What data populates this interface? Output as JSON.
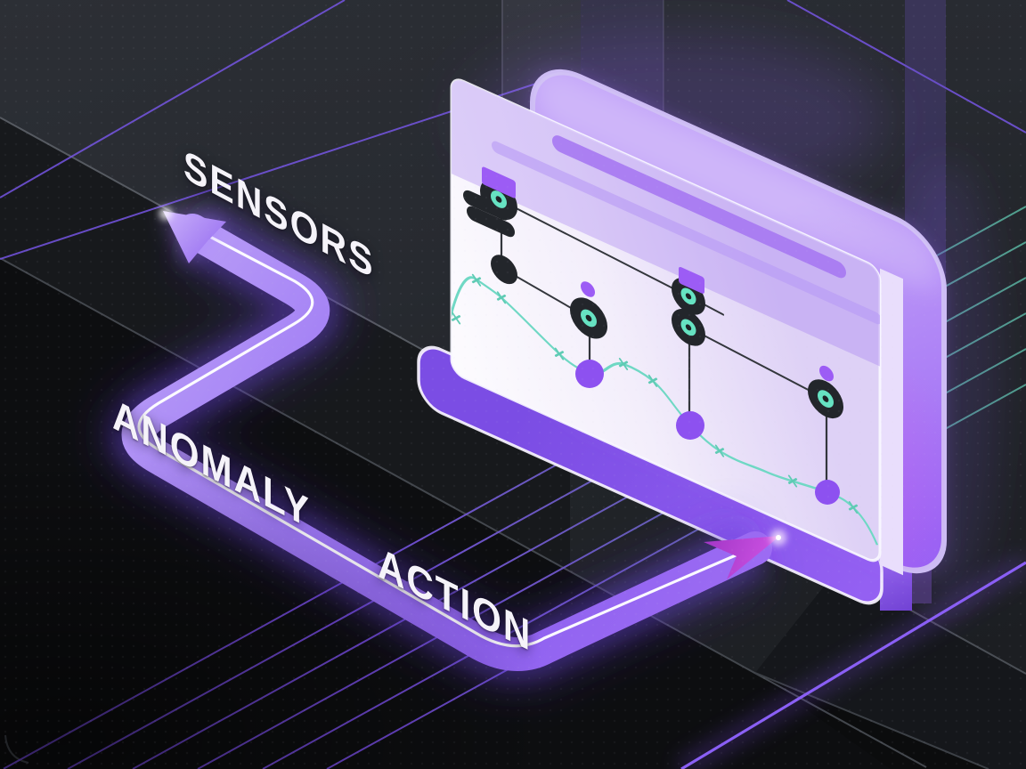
{
  "scene": {
    "description": "Isometric illustration of a monitoring loop: a glowing purple arrow labeled SENSORS, ANOMALY and ACTION flows into a purple dashboard panel showing a sensor workflow chart",
    "flow_labels": [
      {
        "id": "sensors",
        "text": "SENSORS"
      },
      {
        "id": "anomaly",
        "text": "ANOMALY"
      },
      {
        "id": "action",
        "text": "ACTION"
      }
    ],
    "flow_order": "SENSORS → ANOMALY → ACTION"
  },
  "colors": {
    "background_top": "#2c2f35",
    "background_dark": "#0d0e10",
    "arrow_purple": "#9b79f2",
    "arrow_inner_line": "#ffffff",
    "arrowhead_pink": "#c24fd8",
    "panel_purple": "#9a63f4",
    "panel_border": "#cdbcf4",
    "card_surface": "#f4f0fb",
    "metric_teal": "#6fd8c4",
    "grid_teal": "#55a897",
    "grid_purple": "#7a4fe8",
    "node_black": "#23262b",
    "node_eye_teal": "#66e2c2",
    "anomaly_dot_purple": "#8d51f0",
    "label_text": "#f5f3f9"
  }
}
